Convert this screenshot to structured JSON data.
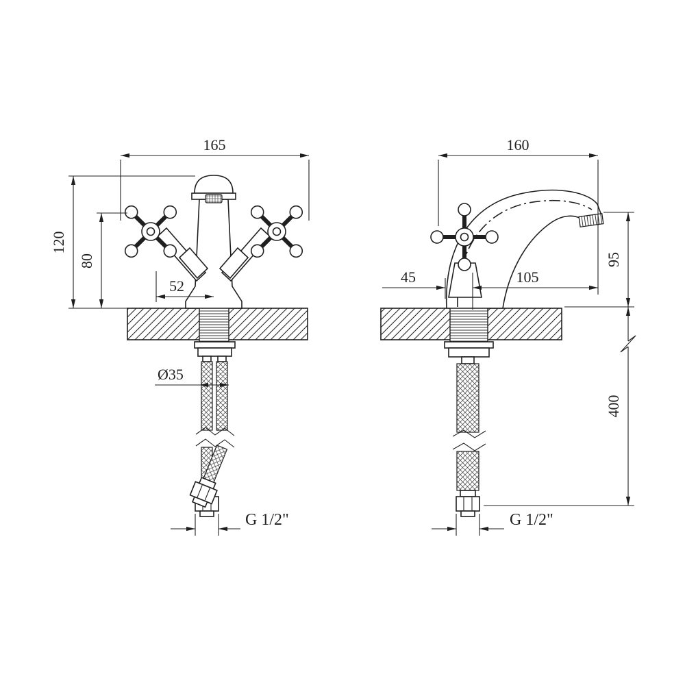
{
  "page": {
    "background": "#ffffff",
    "line_color": "#1f1f1f"
  },
  "drawing": {
    "front_view": {
      "dimensions": {
        "overall_width": "165",
        "overall_height": "120",
        "handle_height": "80",
        "handle_offset": "52",
        "mount_hole_diameter": "Ø35",
        "connection_thread": "G 1/2\""
      }
    },
    "side_view": {
      "dimensions": {
        "overall_depth": "160",
        "spout_height": "95",
        "spout_reach": "105",
        "front_offset": "45",
        "hose_length": "400",
        "connection_thread": "G 1/2\""
      }
    }
  }
}
